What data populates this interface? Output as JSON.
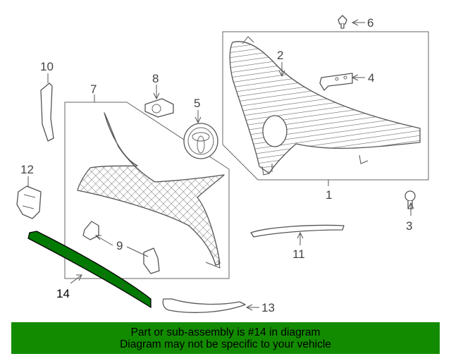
{
  "callouts": {
    "c1": "1",
    "c2": "2",
    "c3": "3",
    "c4": "4",
    "c5": "5",
    "c6": "6",
    "c7": "7",
    "c8": "8",
    "c9": "9",
    "c10": "10",
    "c11": "11",
    "c12": "12",
    "c13": "13",
    "c14": "14"
  },
  "banner": {
    "line1": "Part or sub-assembly is #14 in diagram",
    "line2": "Diagram may not be specific to your vehicle"
  },
  "colors": {
    "highlight": "#007a00",
    "banner_bg": "#138b00",
    "line": "#555555"
  }
}
